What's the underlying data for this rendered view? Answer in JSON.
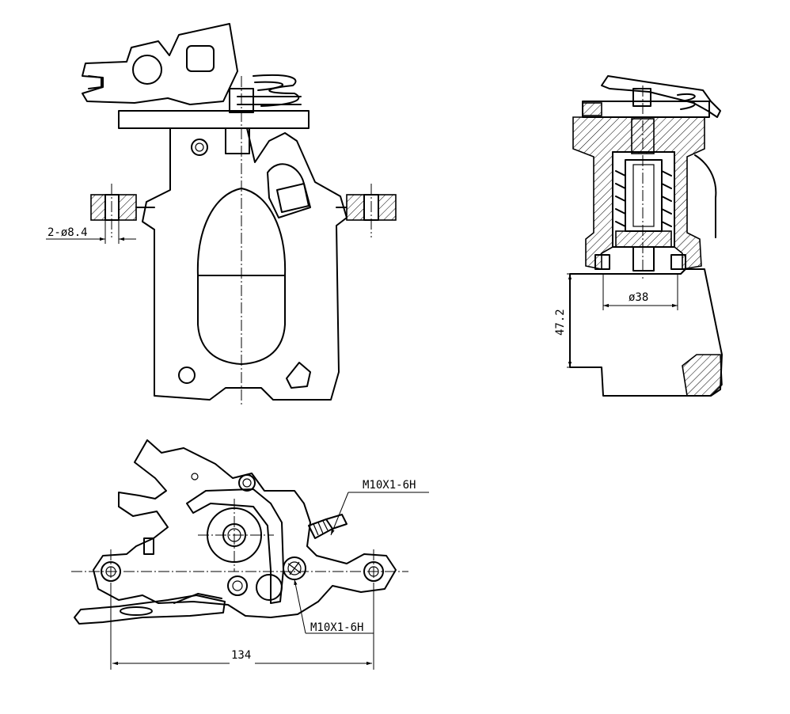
{
  "dimensions": {
    "hole_callout": "2-ø8.4",
    "bore_diameter": "ø38",
    "piston_depth": "47.2",
    "thread_top": "M10X1-6H",
    "thread_bottom": "M10X1-6H",
    "mount_span": "134"
  }
}
